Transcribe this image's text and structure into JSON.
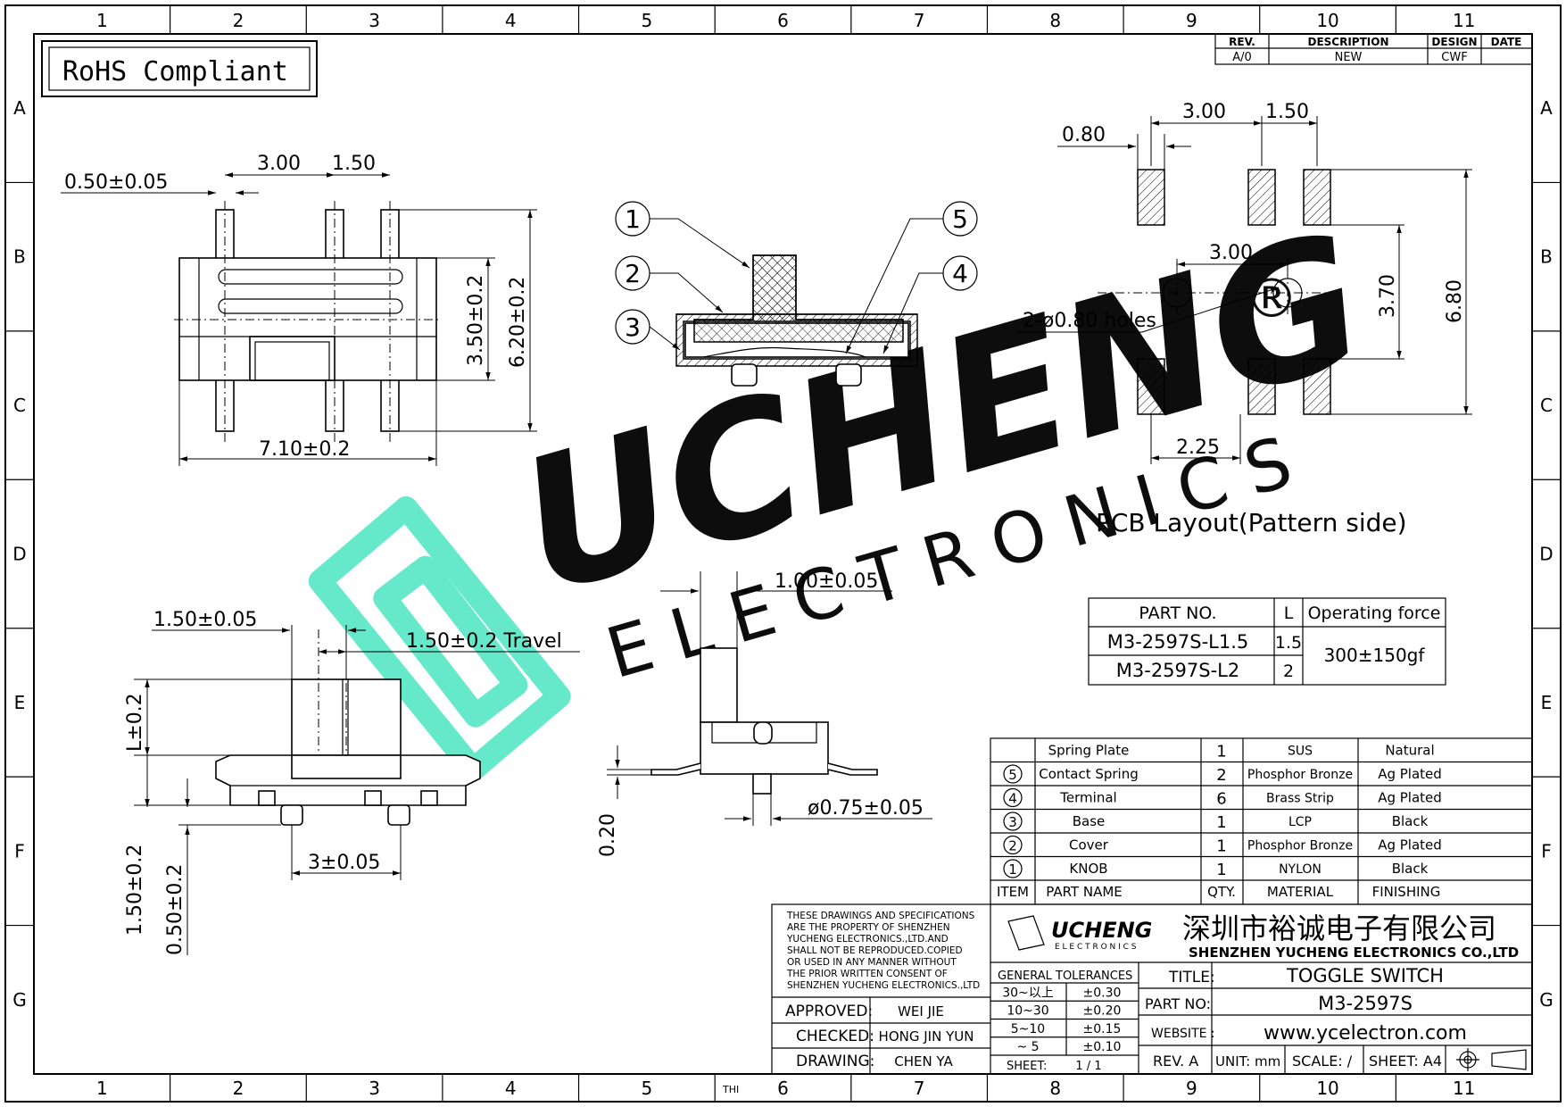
{
  "border": {
    "columns": [
      "1",
      "2",
      "3",
      "4",
      "5",
      "6",
      "7",
      "8",
      "9",
      "10",
      "11"
    ],
    "rows": [
      "A",
      "B",
      "C",
      "D",
      "E",
      "F",
      "G"
    ],
    "bottom_stray": "THI"
  },
  "rohs": "RoHS Compliant",
  "revision": {
    "headers": [
      "REV.",
      "DESCRIPTION",
      "DESIGN",
      "DATE"
    ],
    "row": [
      "A/0",
      "NEW",
      "CWF",
      ""
    ]
  },
  "top_view": {
    "pin_width": "0.50±0.05",
    "pitch_a": "3.00",
    "pitch_b": "1.50",
    "body_height": "3.50±0.2",
    "overall_height": "6.20±0.2",
    "body_length": "7.10±0.2"
  },
  "section_view": {
    "callouts": [
      "1",
      "2",
      "3",
      "4",
      "5"
    ]
  },
  "pcb": {
    "pad_width": "0.80",
    "pitch_a": "3.00",
    "pitch_b": "1.50",
    "hole_pitch": "3.00",
    "holes": "2-ø0.80  holes",
    "row_gap": "3.70",
    "overall": "6.80",
    "hole_offset": "2.25",
    "caption": "PCB  Layout(Pattern  side)"
  },
  "part_table": {
    "headers": [
      "PART  NO.",
      "L",
      "Operating  force"
    ],
    "rows": [
      {
        "part": "M3-2597S-L1.5",
        "l": "1.5"
      },
      {
        "part": "M3-2597S-L2",
        "l": "2"
      }
    ],
    "force": "300±150gf"
  },
  "front_view": {
    "knob_width": "1.50±0.05",
    "travel": "1.50±0.2  Travel",
    "knob_height": "L±0.2",
    "standoff": "1.50±0.2",
    "pin_len": "0.50±0.2",
    "peg_pitch": "3±0.05"
  },
  "side_view": {
    "knob_thickness": "1.00±0.05",
    "peg_dia": "ø0.75±0.05",
    "lead_thickness": "0.20"
  },
  "bom": {
    "rows": [
      {
        "item": "",
        "name": "Spring  Plate",
        "qty": "1",
        "material": "SUS",
        "finish": "Natural"
      },
      {
        "item": "5",
        "name": "Contact  Spring",
        "qty": "2",
        "material": "Phosphor  Bronze",
        "finish": "Ag  Plated"
      },
      {
        "item": "4",
        "name": "Terminal",
        "qty": "6",
        "material": "Brass  Strip",
        "finish": "Ag  Plated"
      },
      {
        "item": "3",
        "name": "Base",
        "qty": "1",
        "material": "LCP",
        "finish": "Black"
      },
      {
        "item": "2",
        "name": "Cover",
        "qty": "1",
        "material": "Phosphor  Bronze",
        "finish": "Ag  Plated"
      },
      {
        "item": "1",
        "name": "KNOB",
        "qty": "1",
        "material": "NYLON",
        "finish": "Black"
      }
    ],
    "headers": [
      "ITEM",
      "PART  NAME",
      "QTY.",
      "MATERIAL",
      "FINISHING"
    ]
  },
  "title_block": {
    "notice": [
      "THESE DRAWINGS AND SPECIFICATIONS",
      "ARE THE PROPERTY OF SHENZHEN",
      "YUCHENG ELECTRONICS.,LTD.AND",
      "SHALL NOT BE REPRODUCED.COPIED",
      "OR USED IN ANY MANNER WITHOUT",
      "THE PRIOR WRITTEN CONSENT OF",
      "SHENZHEN YUCHENG ELECTRONICS.,LTD"
    ],
    "approved_label": "APPROVED:",
    "approved": "WEI JIE",
    "checked_label": "CHECKED:",
    "checked": "HONG JIN YUN",
    "drawing_label": "DRAWING:",
    "drawing": "CHEN YA",
    "logo_word": "UCHENG",
    "logo_sub": "E L E C T R O N I C S",
    "company_cn": "深圳市裕诚电子有限公司",
    "company_en": "SHENZHEN YUCHENG ELECTRONICS CO.,LTD",
    "tol_title": "GENERAL  TOLERANCES",
    "tolerances": [
      [
        "30~以上",
        "±0.30"
      ],
      [
        "10~30",
        "±0.20"
      ],
      [
        "5~10",
        "±0.15"
      ],
      [
        "~ 5",
        "±0.10"
      ]
    ],
    "sheet_label": "SHEET:",
    "sheet": "1 / 1",
    "title_label": "TITLE:",
    "title": "TOGGLE  SWITCH",
    "partno_label": "PART NO:",
    "partno": "M3-2597S",
    "website_label": "WEBSITE :",
    "website": "www.ycelectron.com",
    "rev": "REV. A",
    "unit": "UNIT: mm",
    "scale": "SCALE: /",
    "sheet_size": "SHEET: A4"
  },
  "watermark": {
    "word": "UCHENG",
    "sub": "E L E C T R O N I C S",
    "mark": "®"
  }
}
